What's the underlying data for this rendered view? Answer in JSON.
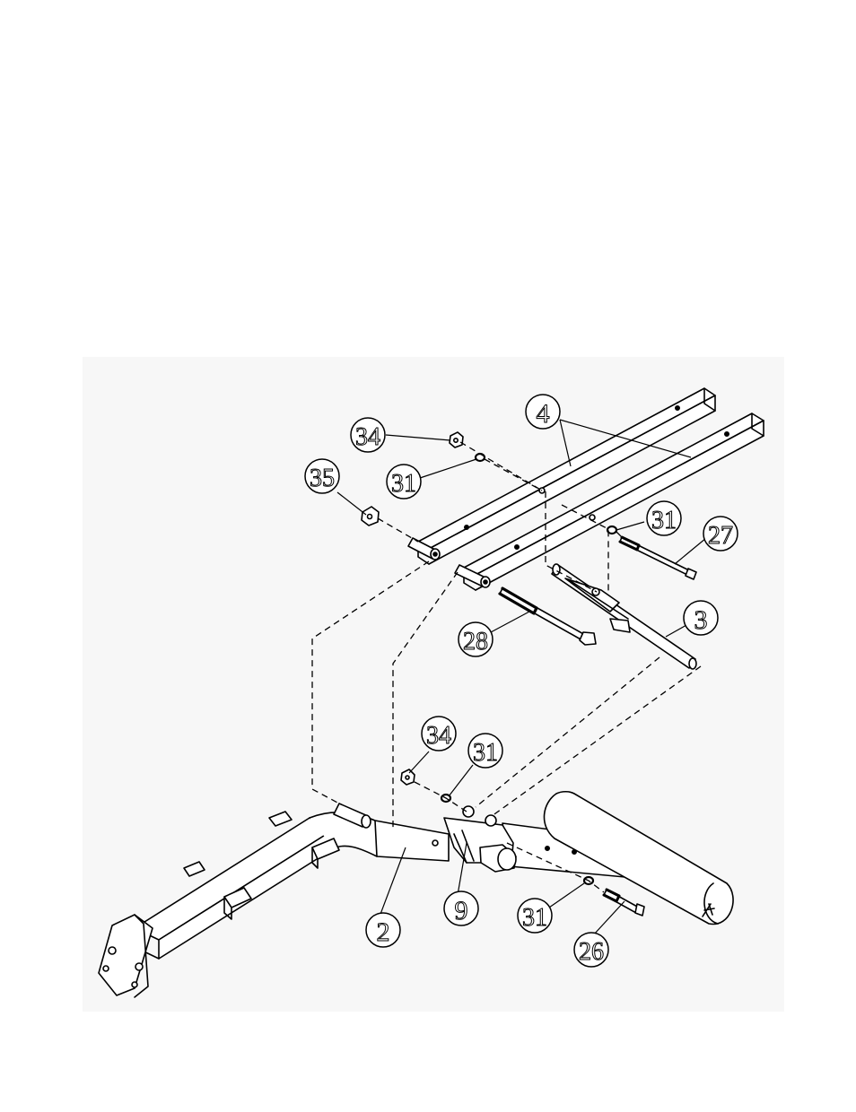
{
  "figure": {
    "callouts": {
      "c4": "4",
      "c34a": "34",
      "c31a": "31",
      "c35": "35",
      "c31b": "31",
      "c27": "27",
      "c28": "28",
      "c3": "3",
      "c34b": "34",
      "c31c": "31",
      "c9": "9",
      "c2": "2",
      "c31d": "31",
      "c26": "26"
    },
    "colors": {
      "line": "#000000",
      "panel": "#f7f7f7",
      "paper": "#ffffff"
    }
  }
}
